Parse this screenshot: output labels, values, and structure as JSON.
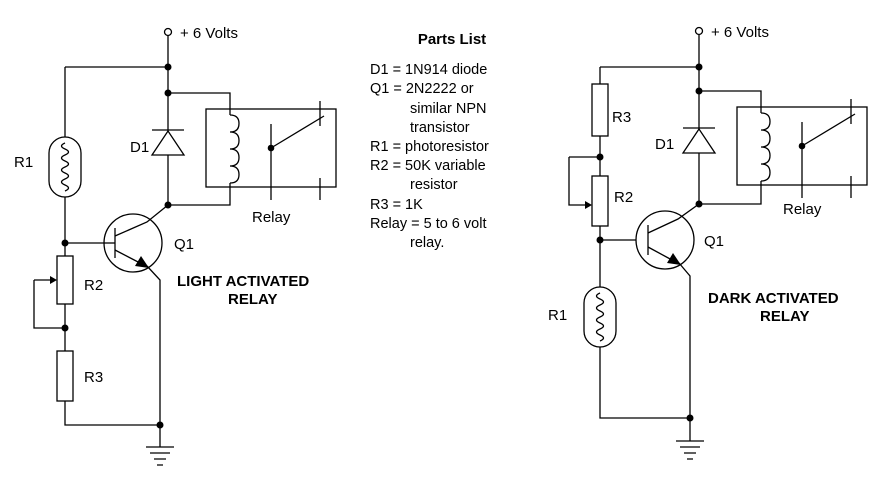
{
  "supply_label": "+ 6 Volts",
  "left_circuit": {
    "title_line1": "LIGHT ACTIVATED",
    "title_line2": "RELAY",
    "r1": "R1",
    "r2": "R2",
    "r3": "R3",
    "d1": "D1",
    "q1": "Q1",
    "relay": "Relay"
  },
  "right_circuit": {
    "title_line1": "DARK ACTIVATED",
    "title_line2": "RELAY",
    "r1": "R1",
    "r2": "R2",
    "r3": "R3",
    "d1": "D1",
    "q1": "Q1",
    "relay": "Relay"
  },
  "parts_list": {
    "title": "Parts List",
    "lines": [
      "D1 = 1N914 diode",
      "Q1 = 2N2222 or",
      "similar NPN",
      "transistor",
      "R1 = photoresistor",
      "R2 = 50K variable",
      "resistor",
      "R3 = 1K",
      "Relay = 5 to 6 volt",
      "relay."
    ]
  }
}
